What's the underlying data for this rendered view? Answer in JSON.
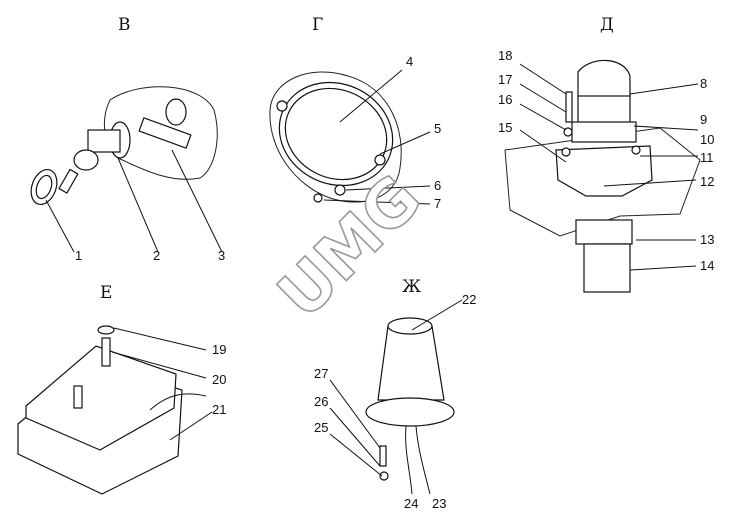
{
  "sections": {
    "v": "В",
    "g": "Г",
    "d": "Д",
    "e": "Е",
    "zh": "Ж"
  },
  "labels": {
    "l1": "1",
    "l2": "2",
    "l3": "3",
    "l4": "4",
    "l5": "5",
    "l6": "6",
    "l7": "7",
    "l8": "8",
    "l9": "9",
    "l10": "10",
    "l11": "11",
    "l12": "12",
    "l13": "13",
    "l14": "14",
    "l15": "15",
    "l16": "16",
    "l17": "17",
    "l18": "18",
    "l19": "19",
    "l20": "20",
    "l21": "21",
    "l22": "22",
    "l23": "23",
    "l24": "24",
    "l25": "25",
    "l26": "26",
    "l27": "27"
  },
  "watermark": "UMG"
}
